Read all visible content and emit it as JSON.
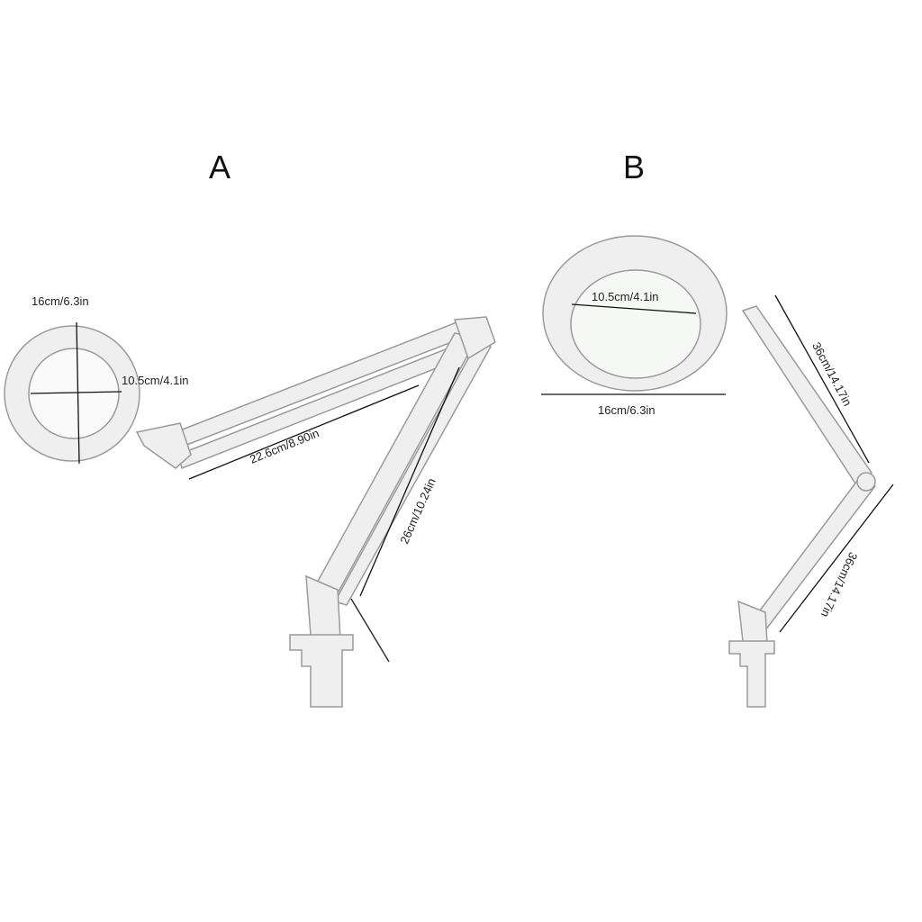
{
  "variant_a": {
    "title": "A",
    "outer_diameter": "16cm/6.3in",
    "lens_diameter": "10.5cm/4.1in",
    "upper_arm": "22.6cm/8.90in",
    "lower_arm": "26cm/10.24in"
  },
  "variant_b": {
    "title": "B",
    "lens_diameter": "10.5cm/4.1in",
    "outer_diameter": "16cm/6.3in",
    "upper_arm": "36cm/14.17in",
    "lower_arm": "36cm/14.17in"
  },
  "colors": {
    "lamp": "#eeeeee",
    "outline": "#9a9a9a",
    "dimension_line": "#111111"
  }
}
